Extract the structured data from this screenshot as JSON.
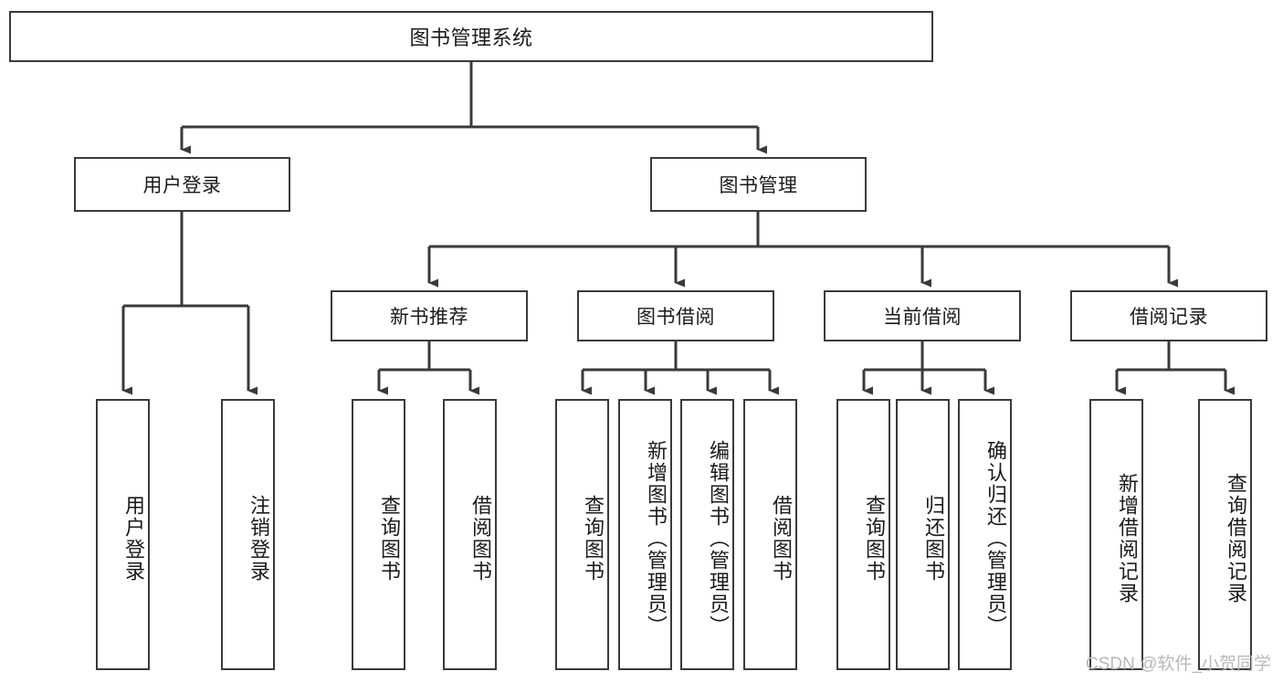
{
  "diagram": {
    "title": "图书管理系统",
    "type": "hierarchy-tree",
    "level1": {
      "label": "图书管理系统"
    },
    "level2": [
      {
        "label": "用户登录"
      },
      {
        "label": "图书管理"
      }
    ],
    "level3": [
      {
        "label": "新书推荐"
      },
      {
        "label": "图书借阅"
      },
      {
        "label": "当前借阅"
      },
      {
        "label": "借阅记录"
      }
    ],
    "leaves": {
      "user_login": [
        {
          "label": "用户登录"
        },
        {
          "label": "注销登录"
        }
      ],
      "new_book_recommend": [
        {
          "label": "查询图书"
        },
        {
          "label": "借阅图书"
        }
      ],
      "book_borrow": [
        {
          "label": "查询图书"
        },
        {
          "label": "新增图书（管理员）"
        },
        {
          "label": "编辑图书（管理员）"
        },
        {
          "label": "借阅图书"
        }
      ],
      "current_borrow": [
        {
          "label": "查询图书"
        },
        {
          "label": "归还图书"
        },
        {
          "label": "确认归还（管理员）"
        }
      ],
      "borrow_record": [
        {
          "label": "新增借阅记录"
        },
        {
          "label": "查询借阅记录"
        }
      ]
    }
  },
  "watermark": {
    "text": "CSDN @软件_小贺同学"
  },
  "colors": {
    "stroke": "#3a3a3a",
    "background": "#ffffff",
    "text": "#1a1a1a",
    "watermark": "#b9b9b9"
  }
}
